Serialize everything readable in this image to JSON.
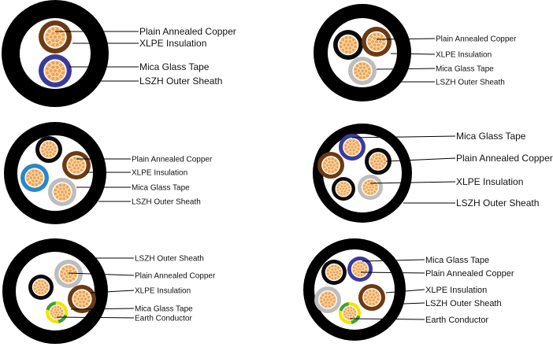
{
  "colors": {
    "sheath": "#000000",
    "inner_fill": "#ffffff",
    "copper_core": "#e9a45c",
    "copper_strand": "#ffe0b0",
    "insulation_brown": "#6b3a14",
    "insulation_blue": "#3a3a9e",
    "insulation_black": "#0b0b0b",
    "insulation_grey": "#bdbdbd",
    "insulation_lightblue": "#2a86c8",
    "earth_yellow": "#f2e300",
    "earth_green": "#3aa335"
  },
  "cables": [
    {
      "labels": [
        "Plain Annealed Copper",
        "XLPE Insulation",
        "Mica Glass Tape",
        "LSZH Outer Sheath"
      ]
    },
    {
      "labels": [
        "Plain Annealed Copper",
        "XLPE Insulation",
        "Mica Glass Tape",
        "LSZH Outer Sheath"
      ]
    },
    {
      "labels": [
        "Plain Annealed Copper",
        "XLPE Insulation",
        "Mica Glass Tape",
        "LSZH Outer Sheath"
      ]
    },
    {
      "labels": [
        "Mica Glass Tape",
        "Plain Annealed Copper",
        "XLPE Insulation",
        "LSZH Outer Sheath"
      ]
    },
    {
      "labels": [
        "LSZH Outer Sheath",
        "Plain Annealed Copper",
        "XLPE Insulation",
        "Mica Glass Tape",
        "Earth Conductor"
      ]
    },
    {
      "labels": [
        "Mica Glass Tape",
        "Plain Annealed Copper",
        "XLPE Insulation",
        "LSZH Outer Sheath",
        "Earth Conductor"
      ]
    }
  ]
}
